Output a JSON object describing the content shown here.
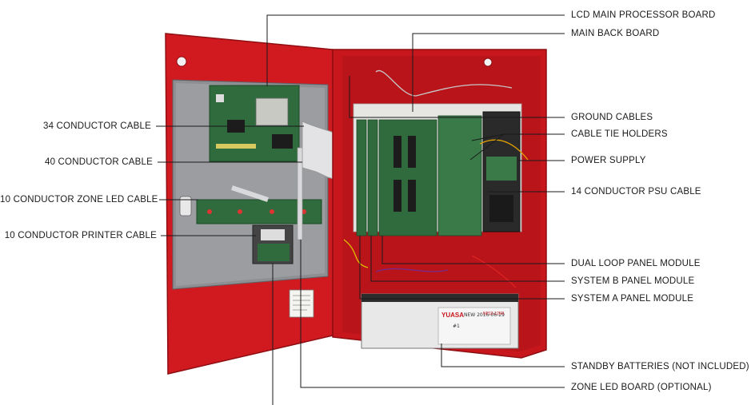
{
  "labels_left": [
    "34 CONDUCTOR CABLE",
    "40 CONDUCTOR CABLE",
    "10 CONDUCTOR ZONE LED CABLE",
    "10 CONDUCTOR PRINTER CABLE"
  ],
  "labels_right": [
    "LCD MAIN PROCESSOR BOARD",
    "MAIN BACK BOARD",
    "GROUND CABLES",
    "CABLE TIE HOLDERS",
    "POWER SUPPLY",
    "14 CONDUCTOR PSU CABLE",
    "DUAL LOOP PANEL MODULE",
    "SYSTEM B PANEL MODULE",
    "SYSTEM A PANEL MODULE",
    "STANDBY BATTERIES (NOT INCLUDED)",
    "ZONE LED BOARD (OPTIONAL)"
  ],
  "battery": {
    "brand": "YUASA",
    "handwriting": "NEW 2016-06-29",
    "number": "#1",
    "model": "NP12-12FR"
  },
  "colors": {
    "enclosure_red": "#c8161d",
    "door_red": "#d11a20",
    "backplate_gray": "#8d8f93",
    "pcb_green": "#2f6b3c",
    "leader_line": "#1a1a1a"
  }
}
